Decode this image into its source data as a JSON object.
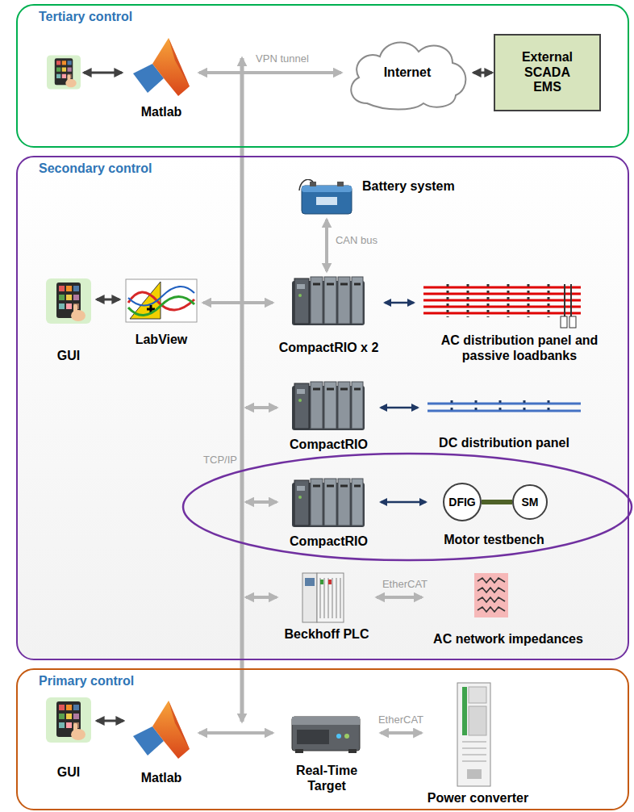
{
  "diagram": {
    "nodes": [
      {
        "text": [
          "Tertiary control"
        ]
      },
      {
        "text": [
          "Matlab"
        ],
        "in": 0
      },
      {
        "text": [
          "Internet"
        ],
        "in": 0
      },
      {
        "text": [
          "External SCADA EMS"
        ],
        "in": 0
      },
      {
        "text": [
          "Secondary control"
        ]
      },
      {
        "text": [
          "Battery system"
        ],
        "in": 4
      },
      {
        "text": [
          "GUI"
        ],
        "in": 4
      },
      {
        "text": [
          "LabView"
        ],
        "in": 4
      },
      {
        "text": [
          "CompactRIO x 2"
        ],
        "in": 4
      },
      {
        "text": [
          "AC distribution panel and passive loadbanks"
        ],
        "in": 4
      },
      {
        "text": [
          "CompactRIO"
        ],
        "in": 4
      },
      {
        "text": [
          "DC distribution panel"
        ],
        "in": 4
      },
      {
        "text": [
          "CompactRIO"
        ],
        "in": 4
      },
      {
        "text": [
          "Motor testbench"
        ],
        "in": 4
      },
      {
        "text": [
          "DFIG"
        ],
        "in": 13
      },
      {
        "text": [
          "SM"
        ],
        "in": 13
      },
      {
        "text": [
          "Beckhoff PLC"
        ],
        "in": 4
      },
      {
        "text": [
          "AC network impedances"
        ],
        "in": 4
      },
      {
        "text": [
          "Primary control"
        ]
      },
      {
        "text": [
          "GUI"
        ],
        "in": 18
      },
      {
        "text": [
          "Matlab"
        ],
        "in": 18
      },
      {
        "text": [
          "Real-Time Target"
        ],
        "in": 18
      },
      {
        "text": [
          "Power converter"
        ],
        "in": 18
      }
    ],
    "edges": [
      {
        "from": 1,
        "to": 2,
        "label": "VPN tunnel",
        "arrow": "both"
      },
      {
        "from": 2,
        "to": 3,
        "arrow": "both"
      },
      {
        "from": 5,
        "to": 8,
        "label": "CAN bus",
        "arrow": "both"
      },
      {
        "from": 6,
        "to": 7,
        "arrow": "both"
      },
      {
        "from": 7,
        "to": 8,
        "arrow": "both"
      },
      {
        "from": 8,
        "to": 9,
        "arrow": "both"
      },
      {
        "from": 10,
        "to": 11,
        "arrow": "both"
      },
      {
        "from": 12,
        "to": 13,
        "arrow": "both"
      },
      {
        "from": 14,
        "to": 15,
        "arrow": "none"
      },
      {
        "from": 16,
        "to": 17,
        "label": "EtherCAT",
        "arrow": "both"
      },
      {
        "from": 19,
        "to": 20,
        "arrow": "both"
      },
      {
        "from": 20,
        "to": 21,
        "arrow": "both"
      },
      {
        "from": 21,
        "to": 22,
        "label": "EtherCAT",
        "arrow": "both"
      }
    ],
    "labels": [
      "TCP/IP"
    ]
  }
}
